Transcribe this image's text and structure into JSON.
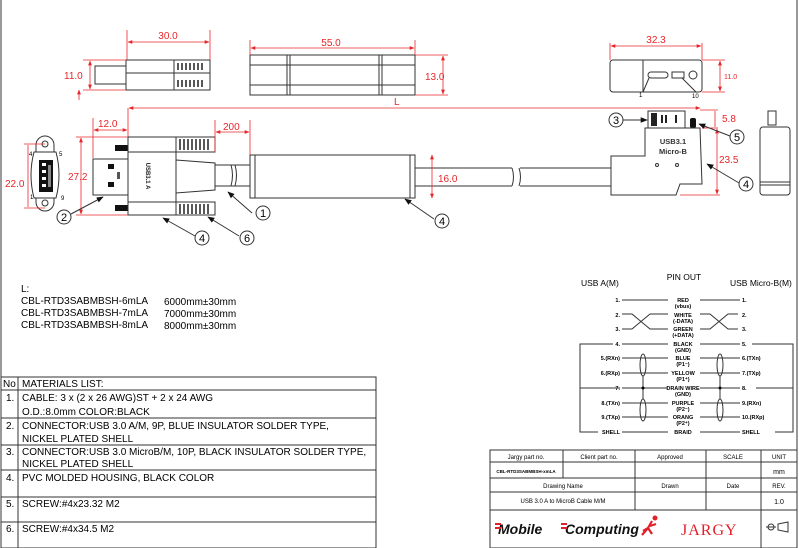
{
  "dimensions": {
    "top_plug_length": "30.0",
    "top_plug_height": "11.0",
    "overmold_length": "55.0",
    "overmold_height": "13.0",
    "microb_width": "32.3",
    "microb_height": "11.0",
    "overall_length": "L",
    "plug_tip": "12.0",
    "plug_height": "27.2",
    "end_view_height": "22.0",
    "strain_relief": "200",
    "cable_od": "16.0",
    "microb_tip": "5.8",
    "microb_body": "23.5"
  },
  "pin_marks": {
    "a_4": "4",
    "a_5": "5",
    "a_1": "1",
    "a_9": "9",
    "b_1": "1",
    "b_10": "10"
  },
  "connector_markings": {
    "usb_a": "USB3.1 A",
    "microb_line1": "USB3.1",
    "microb_line2": "Micro-B"
  },
  "balloons": {
    "b1": "1",
    "b2": "2",
    "b3": "3",
    "b4a": "4",
    "b4b": "4",
    "b4c": "4",
    "b5": "5",
    "b6": "6"
  },
  "lengths": {
    "label": "L:",
    "rows": [
      {
        "part": "CBL-RTD3SABMBSH-6mLA",
        "length": "6000mm±30mm"
      },
      {
        "part": "CBL-RTD3SABMBSH-7mLA",
        "length": "7000mm±30mm"
      },
      {
        "part": "CBL-RTD3SABMBSH-8mLA",
        "length": "8000mm±30mm"
      }
    ]
  },
  "materials": {
    "no_header": "No",
    "header": "MATERIALS LIST:",
    "items": [
      {
        "no": "1.",
        "line1": "CABLE: 3 x (2 x 26 AWG)ST + 2 x 24 AWG",
        "line2": "O.D.:8.0mm COLOR:BLACK"
      },
      {
        "no": "2.",
        "line1": "CONNECTOR:USB 3.0 A/M, 9P, BLUE INSULATOR SOLDER TYPE,",
        "line2": "NICKEL PLATED SHELL"
      },
      {
        "no": "3.",
        "line1": "CONNECTOR:USB 3.0 MicroB/M, 10P, BLACK INSULATOR SOLDER TYPE,",
        "line2": "NICKEL PLATED SHELL"
      },
      {
        "no": "4.",
        "line1": "PVC MOLDED HOUSING, BLACK COLOR",
        "line2": ""
      },
      {
        "no": "5.",
        "line1": "SCREW:#4x23.32 M2",
        "line2": ""
      },
      {
        "no": "6.",
        "line1": "SCREW:#4x34.5 M2",
        "line2": ""
      }
    ]
  },
  "pinout": {
    "title": "PIN OUT",
    "left_header": "USB A(M)",
    "right_header": "USB Micro-B(M)",
    "rows": [
      {
        "left": "1.",
        "color": "RED",
        "sub": "(vbus)",
        "right": "1."
      },
      {
        "left": "2.",
        "color": "WHITE",
        "sub": "(-DATA)",
        "right": "2."
      },
      {
        "left": "3.",
        "color": "GREEN",
        "sub": "(+DATA)",
        "right": "3."
      },
      {
        "left": "4.",
        "color": "BLACK",
        "sub": "(GND)",
        "right": "5."
      },
      {
        "left": "5.(RXn)",
        "color": "BLUE",
        "sub": "(P1⁻)",
        "right": "6.(TXn)"
      },
      {
        "left": "6.(RXp)",
        "color": "YELLOW",
        "sub": "(P1⁺)",
        "right": "7.(TXp)"
      },
      {
        "left": "7.",
        "color": "DRAIN WIRE",
        "sub": "(GND)",
        "right": "8."
      },
      {
        "left": "8.(TXn)",
        "color": "PURPLE",
        "sub": "(P2⁻)",
        "right": "9.(RXn)"
      },
      {
        "left": "9.(TXp)",
        "color": "ORANG",
        "sub": "(P2⁺)",
        "right": "10.(RXp)"
      },
      {
        "left": "SHELL",
        "color": "BRAID",
        "sub": "",
        "right": "SHELL"
      }
    ]
  },
  "title_block": {
    "jargy_part_label": "Jargy part no.",
    "client_part_label": "Client part no.",
    "approved_label": "Approved",
    "scale_label": "SCALE",
    "unit_label": "UNIT",
    "jargy_part_value": "CBL-RTD3SABMBSH-xmLA",
    "unit_value": "mm",
    "drawing_name_label": "Drawing Name",
    "drawn_label": "Drawn",
    "date_label": "Date",
    "rev_label": "REV.",
    "drawing_name_value": "USB 3.0 A to MicroB Cable M/M",
    "rev_value": "1.0",
    "logo_mobile": "Mobile",
    "logo_computing": "Computing",
    "logo_jargy": "JARGY"
  },
  "colors": {
    "dimension": "#e8262a",
    "line": "#333333",
    "logo_red": "#e0202a"
  }
}
